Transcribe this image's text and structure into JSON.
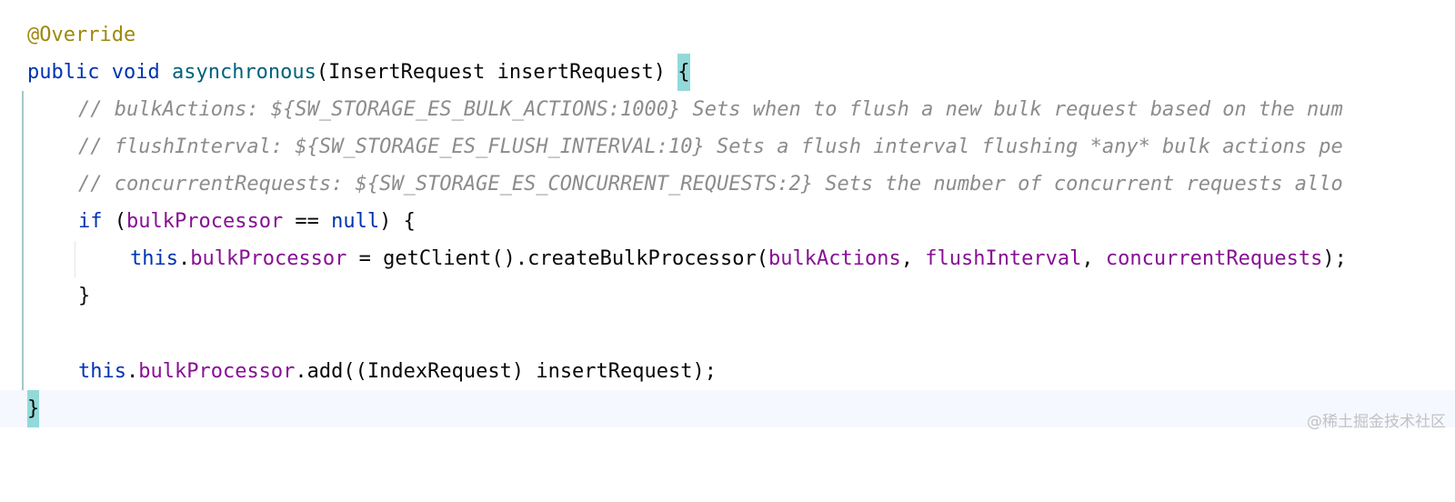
{
  "code": {
    "annotation": "@Override",
    "kw_public": "public",
    "kw_void": "void",
    "method_name": "asynchronous",
    "params": "(InsertRequest insertRequest) ",
    "open_brace": "{",
    "comments": [
      "// bulkActions: ${SW_STORAGE_ES_BULK_ACTIONS:1000} Sets when to flush a new bulk request based on the num",
      "// flushInterval: ${SW_STORAGE_ES_FLUSH_INTERVAL:10} Sets a flush interval flushing *any* bulk actions pe",
      "// concurrentRequests: ${SW_STORAGE_ES_CONCURRENT_REQUESTS:2} Sets the number of concurrent requests allo"
    ],
    "kw_if": "if",
    "if_open_paren": " (",
    "bulk_processor": "bulkProcessor",
    "eq_op": " == ",
    "kw_null": "null",
    "if_close": ") {",
    "kw_this": "this",
    "dot": ".",
    "assign": " = getClient().createBulkProcessor(",
    "bulk_actions": "bulkActions",
    "comma": ", ",
    "flush_interval": "flushInterval",
    "concurrent_requests": "concurrentRequests",
    "call_end": ");",
    "if_close_brace": "}",
    "add_call": ".add((IndexRequest) insertRequest);",
    "close_brace": "}"
  },
  "watermark": "@稀土掘金技术社区",
  "colors": {
    "annotation": "#9e880d",
    "keyword": "#0033b3",
    "method_declaration": "#00627a",
    "field": "#871094",
    "comment": "#8c8c8c",
    "brace_match_highlight": "#93d9d9",
    "current_line": "#f5f8fe"
  }
}
